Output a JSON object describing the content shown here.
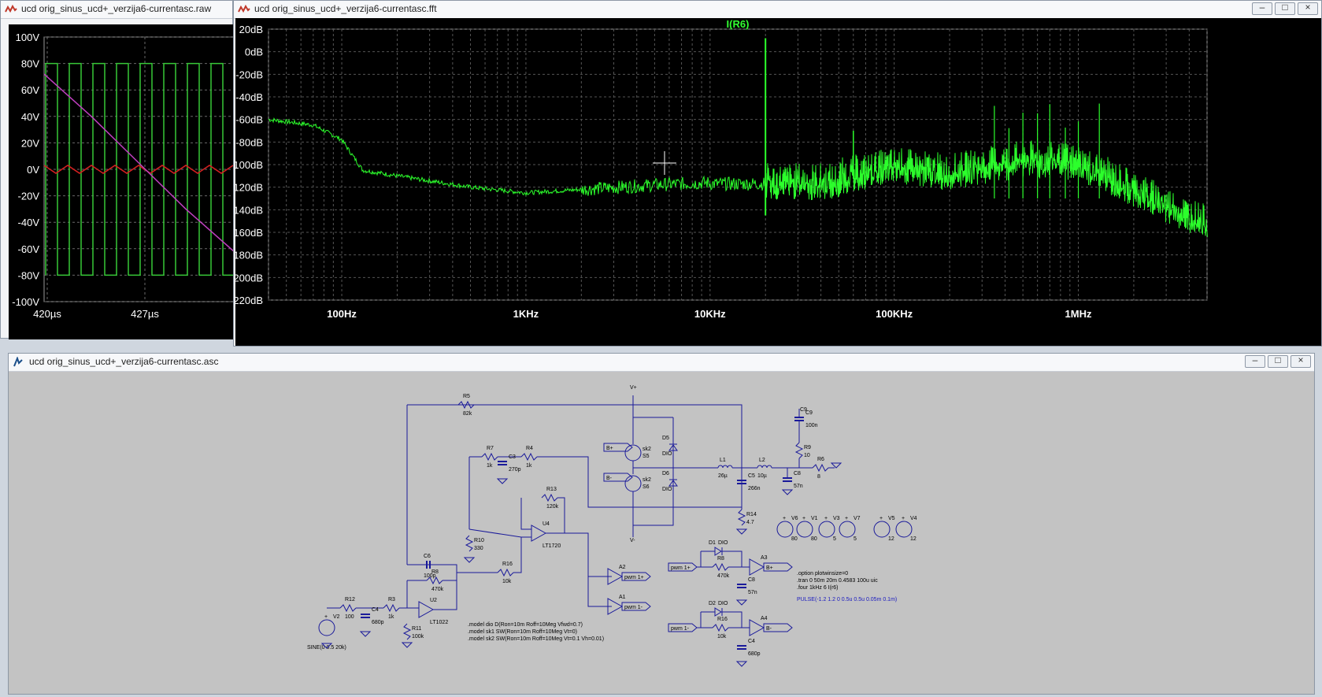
{
  "raw_window": {
    "title": "ucd orig_sinus_ucd+_verzija6-currentasc.raw",
    "yticks": [
      "100V",
      "80V",
      "60V",
      "40V",
      "20V",
      "0V",
      "-20V",
      "-40V",
      "-60V",
      "-80V",
      "-100V"
    ],
    "xticks": [
      "420µs",
      "427µs"
    ],
    "colors": {
      "square": "#37c837",
      "triangle": "#d42020",
      "ramp": "#c040c0"
    }
  },
  "fft_window": {
    "title": "ucd orig_sinus_ucd+_verzija6-currentasc.fft",
    "trace_label": "I(R6)",
    "yticks": [
      "20dB",
      "0dB",
      "-20dB",
      "-40dB",
      "-60dB",
      "-80dB",
      "-100dB",
      "-120dB",
      "-140dB",
      "-160dB",
      "-180dB",
      "-200dB",
      "-220dB"
    ],
    "xticks": [
      "100Hz",
      "1KHz",
      "10KHz",
      "100KHz",
      "1MHz"
    ],
    "trace_color": "#2cff2c",
    "label_color": "#32ff32"
  },
  "chart_data": [
    {
      "type": "line",
      "title": "I(R6)",
      "xlabel": "",
      "ylabel": "",
      "x_scale": "log",
      "xlim": [
        "40Hz",
        "5MHz"
      ],
      "ylim": [
        -220,
        20
      ],
      "series": [
        {
          "name": "I(R6)",
          "x_hz": [
            40,
            70,
            100,
            130,
            200,
            500,
            1000,
            2000,
            5000,
            10000,
            20000,
            50000,
            100000,
            200000,
            500000,
            1000000,
            2000000,
            5000000
          ],
          "y_db": [
            -60,
            -65,
            -78,
            -105,
            -110,
            -120,
            -125,
            -122,
            -118,
            -116,
            20,
            -108,
            -98,
            -104,
            -92,
            -95,
            -118,
            -150
          ]
        }
      ]
    }
  ],
  "asc_window": {
    "title": "ucd orig_sinus_ucd+_verzija6-currentasc.asc",
    "components": [
      {
        "ref": "R5",
        "val": "82k"
      },
      {
        "ref": "R7",
        "val": "1k"
      },
      {
        "ref": "C3",
        "val": "270p"
      },
      {
        "ref": "R4",
        "val": "1k"
      },
      {
        "ref": "R13",
        "val": "120k"
      },
      {
        "ref": "U4",
        "val": "LT1720"
      },
      {
        "ref": "R10",
        "val": "330"
      },
      {
        "ref": "R16",
        "val": "10k"
      },
      {
        "ref": "C6",
        "val": "100p"
      },
      {
        "ref": "R8",
        "val": "470k"
      },
      {
        "ref": "U2",
        "val": "LT1022"
      },
      {
        "ref": "R11",
        "val": "100k"
      },
      {
        "ref": "R12",
        "val": "100"
      },
      {
        "ref": "R3",
        "val": "1k"
      },
      {
        "ref": "C4",
        "val": "680p"
      },
      {
        "ref": "V2",
        "val": "SINE(0 0.5 20k)"
      },
      {
        "ref": "S5",
        "val": "sk2"
      },
      {
        "ref": "S6",
        "val": "sk2"
      },
      {
        "ref": "D5",
        "val": "DIO"
      },
      {
        "ref": "D6",
        "val": "DIO"
      },
      {
        "ref": "L1",
        "val": "26µ"
      },
      {
        "ref": "L2",
        "val": "10µ"
      },
      {
        "ref": "C5",
        "val": "266n"
      },
      {
        "ref": "C8",
        "val": "57n"
      },
      {
        "ref": "C9",
        "val": "100n"
      },
      {
        "ref": "R9",
        "val": "10"
      },
      {
        "ref": "R6",
        "val": "8"
      },
      {
        "ref": "R14",
        "val": "4.7"
      },
      {
        "ref": "D1",
        "val": "DIO"
      },
      {
        "ref": "D2",
        "val": "DIO"
      },
      {
        "ref": "A1",
        "val": ""
      },
      {
        "ref": "A2",
        "val": ""
      },
      {
        "ref": "A3",
        "val": ""
      },
      {
        "ref": "A4",
        "val": ""
      }
    ],
    "sources": [
      {
        "ref": "V6",
        "val": "80"
      },
      {
        "ref": "V1",
        "val": "80"
      },
      {
        "ref": "V3",
        "val": "5"
      },
      {
        "ref": "V7",
        "val": "5"
      },
      {
        "ref": "V5",
        "val": "12"
      },
      {
        "ref": "V4",
        "val": "12"
      }
    ],
    "nets": {
      "vplus": "V+",
      "vminus": "V-",
      "pwm_plus": "pwm 1+",
      "pwm_minus": "pwm 1-",
      "bplus": "B+",
      "bminus": "B-"
    },
    "directives": [
      ".model dio D(Ron=10m Roff=10Meg Vfwd=0.7)",
      ".model sk1 SW(Ron=10m Roff=10Meg Vt=0)",
      ".model sk2 SW(Ron=10m Roff=10Meg Vt=0.1 Vh=0.01)"
    ],
    "options": [
      ".option plotwinsize=0",
      ".tran 0 50m 20m 0.4583 100u uic",
      ".four 1kHz 6 I(r6)"
    ],
    "pulse": "PULSE(-1.2 1.2 0 0.5u 0.5u 0.05m 0.1m)"
  }
}
